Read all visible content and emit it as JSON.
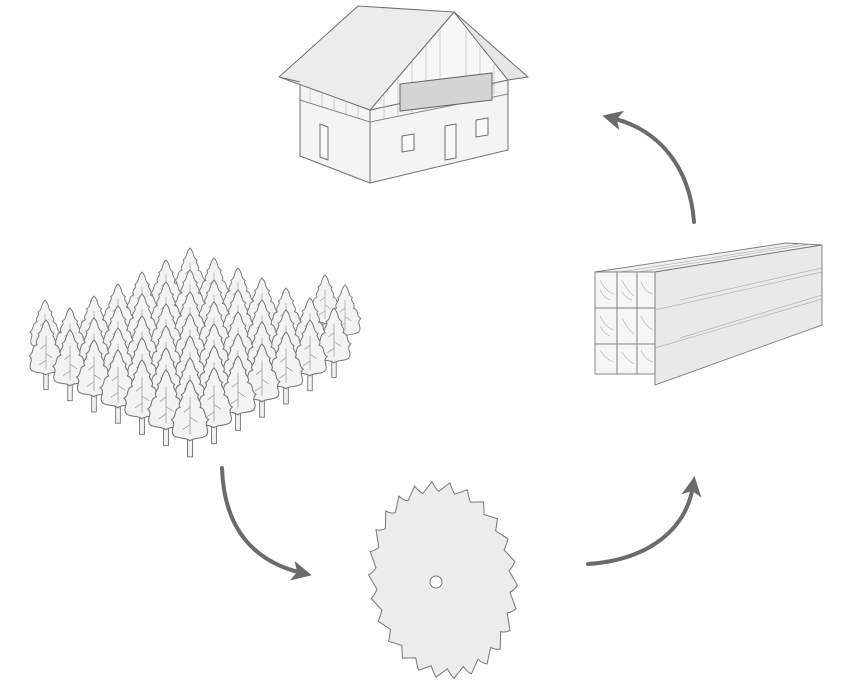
{
  "diagram": {
    "kind": "cycle",
    "stages": [
      {
        "id": "forest",
        "icon": "forest-icon"
      },
      {
        "id": "saw",
        "icon": "circular-saw-blade-icon"
      },
      {
        "id": "lumber",
        "icon": "timber-beams-icon"
      },
      {
        "id": "house",
        "icon": "timber-house-icon"
      }
    ],
    "arrows": [
      {
        "from": "forest",
        "to": "saw"
      },
      {
        "from": "saw",
        "to": "lumber"
      },
      {
        "from": "lumber",
        "to": "house"
      }
    ]
  },
  "colors": {
    "stroke": "#6f6f6f",
    "fill_light": "#f2f2f2",
    "fill_mid": "#e4e4e4",
    "window_band": "#d4d4d4",
    "arrow": "#6b6b6b"
  }
}
